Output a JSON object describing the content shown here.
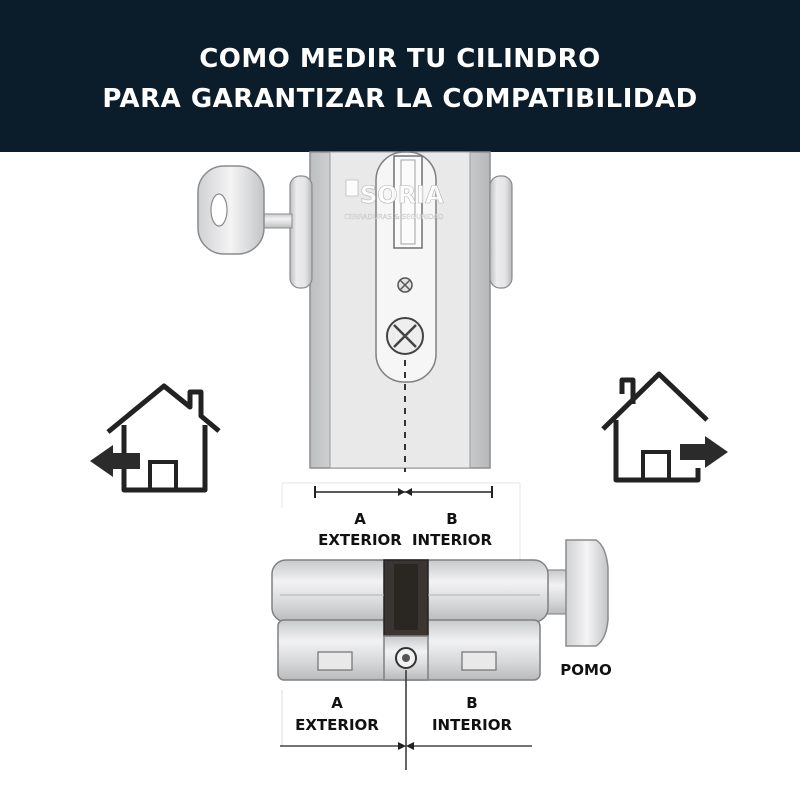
{
  "header": {
    "line1": "COMO MEDIR TU CILINDRO",
    "line2": "PARA GARANTIZAR LA COMPATIBILIDAD"
  },
  "logo": {
    "name": "SORIA",
    "tagline": "CERRADURAS & SEGURIDAD"
  },
  "top_labels": {
    "a_letter": "A",
    "a_text": "EXTERIOR",
    "b_letter": "B",
    "b_text": "INTERIOR"
  },
  "bottom_labels": {
    "a_letter": "A",
    "a_text": "EXTERIOR",
    "b_letter": "B",
    "b_text": "INTERIOR"
  },
  "pomo_label": "POMO",
  "icons": {
    "left_house": "house-exit-left-icon",
    "right_house": "house-exit-right-icon"
  },
  "colors": {
    "header_bg": "#0b1d2a",
    "header_text": "#ffffff",
    "metal": "#d9dadc",
    "dark_core": "#3a3530"
  }
}
